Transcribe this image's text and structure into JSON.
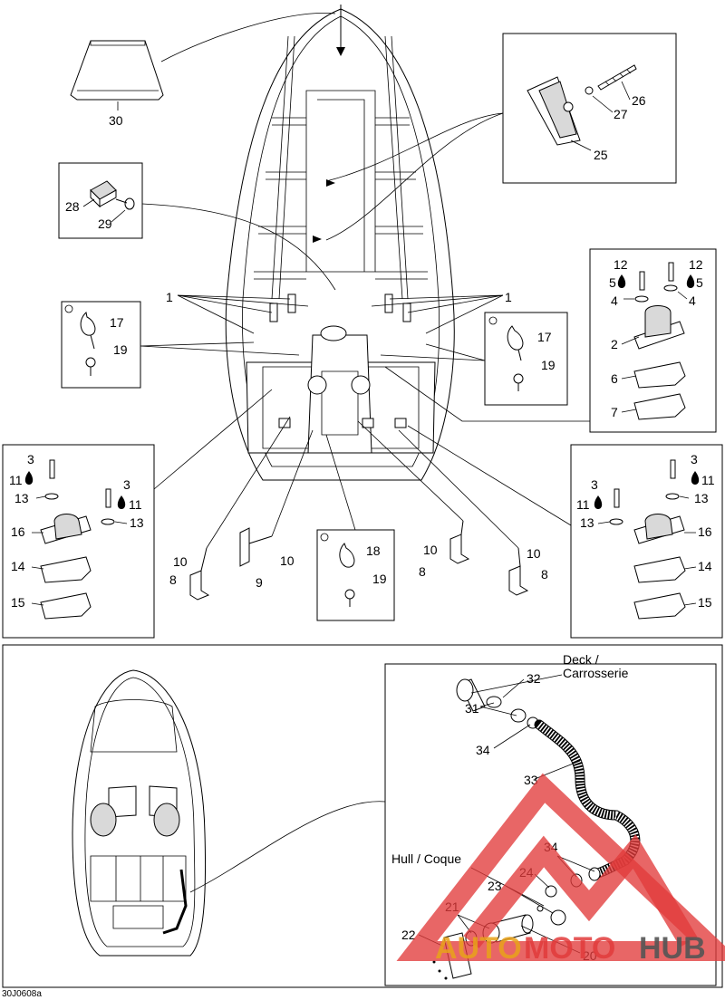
{
  "figure_id": "30J0608a",
  "labels": {
    "deck": "Deck /",
    "carrosserie": "Carrosserie",
    "hull": "Hull / Coque"
  },
  "callouts": {
    "c1": "1",
    "c2": "2",
    "c3": "3",
    "c4": "4",
    "c5": "5",
    "c6": "6",
    "c7": "7",
    "c8": "8",
    "c9": "9",
    "c10": "10",
    "c11": "11",
    "c12": "12",
    "c13": "13",
    "c14": "14",
    "c15": "15",
    "c16": "16",
    "c17": "17",
    "c18": "18",
    "c19": "19",
    "c20": "20",
    "c21": "21",
    "c22": "22",
    "c23": "23",
    "c24": "24",
    "c25": "25",
    "c26": "26",
    "c27": "27",
    "c28": "28",
    "c29": "29",
    "c30": "30",
    "c31": "31",
    "c32": "32",
    "c33": "33",
    "c34": "34"
  },
  "watermark": {
    "brand_a": "AUTO",
    "brand_b": "MOTO",
    "brand_c": "HUB",
    "colors": {
      "a": "#e8a21a",
      "b": "#e23b3b",
      "c": "#555555"
    }
  },
  "colors": {
    "line": "#000000",
    "accent": "#e23b3b"
  }
}
